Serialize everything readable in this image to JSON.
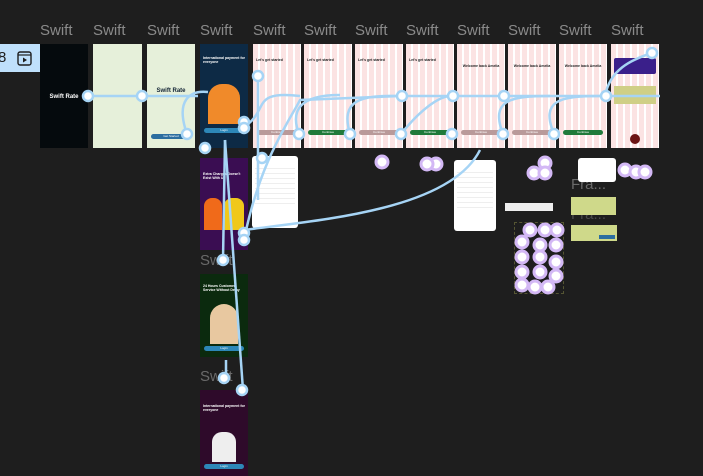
{
  "tab": {
    "number": "8",
    "icon": "play-frame-icon"
  },
  "frame_labels": [
    "Swift",
    "Swift",
    "Swift",
    "Swift",
    "Swift",
    "Swift",
    "Swift",
    "Swift",
    "Swift",
    "Swift",
    "Swift",
    "Swift"
  ],
  "side_labels": [
    "Swift",
    "Swift"
  ],
  "partial_labels": [
    "Fra...",
    "Fra..."
  ],
  "splash": {
    "logo": "Swift Rate"
  },
  "onboarding": {
    "text": "International payment for everyone",
    "cta": "Get Started",
    "login": "Login"
  },
  "signup": {
    "title": "Let's get started",
    "continue": "Continue"
  },
  "login": {
    "title": "Welcome back Amelia",
    "continue": "Continue"
  },
  "promo": [
    "Extra Charges Doesn't Exist With Us",
    "24 Hours Customer Service Without Delay",
    "International payment for everyone"
  ],
  "colors": {
    "connector": "#a6d4f5",
    "bubble": "#d3b8f5",
    "canvas": "#1e1e1e"
  }
}
